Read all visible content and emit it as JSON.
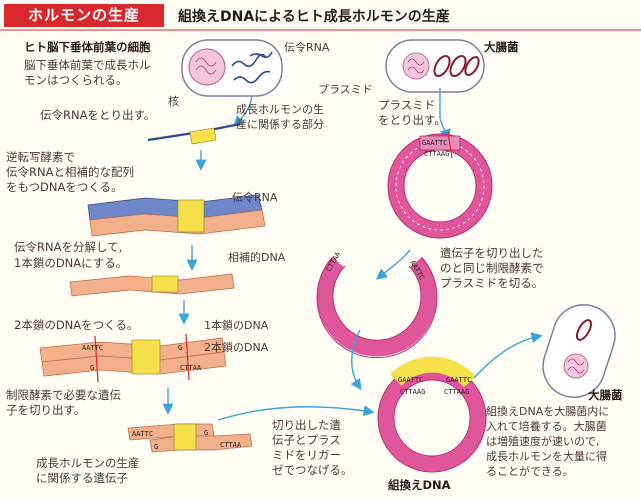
{
  "title": "ホルモンの生産",
  "subtitle": "組換えDNAによるヒト成長ホルモンの生産",
  "left": {
    "cell_heading": "ヒト脳下垂体前葉の細胞",
    "cell_desc_1": "脳下垂体前葉で成長ホル",
    "cell_desc_2": "モンはつくられる。",
    "mrna_label": "伝令RNA",
    "nucleus_label": "核",
    "step_take_rna": "伝令RNAをとり出す。",
    "gh_part_1": "成長ホルモンの生",
    "gh_part_2": "産に関係する部分",
    "rt_1": "逆転写酵素で",
    "rt_2": "伝令RNAと相補的な配列",
    "rt_3": "をもつDNAをつくる。",
    "mrna_label2": "伝令RNA",
    "comp_dna": "相補的DNA",
    "decomp_1": "伝令RNAを分解して,",
    "decomp_2": "1本鎖のDNAにする。",
    "double_strand": "2本鎖のDNAをつくる。",
    "single_dna": "1本鎖のDNA",
    "double_dna": "2本鎖のDNA",
    "cut_1": "制限酵素で必要な遺伝",
    "cut_2": "子を切り出す。",
    "gh_gene_1": "成長ホルモンの生産",
    "gh_gene_2": "に関係する遺伝子"
  },
  "right": {
    "ecoli": "大腸菌",
    "plasmid": "プラスミド",
    "take_plasmid_1": "プラスミド",
    "take_plasmid_2": "をとり出す。",
    "cut_plasmid_1": "遺伝子を切り出した",
    "cut_plasmid_2": "のと同じ制限酵素で",
    "cut_plasmid_3": "プラスミドを切る。",
    "ligate_1": "切り出した遺",
    "ligate_2": "伝子とプラス",
    "ligate_3": "ミドをリガー",
    "ligate_4": "ゼでつなげる。",
    "recombinant": "組換えDNA",
    "ecoli2": "大腸菌",
    "culture_1": "組換えDNAを大腸菌内に",
    "culture_2": "入れて培養する。大腸菌",
    "culture_3": "は増殖速度が速いので,",
    "culture_4": "成長ホルモンを大量に得",
    "culture_5": "ることができる。"
  },
  "sequences": {
    "aattc": "AATTC",
    "g": "G",
    "cttaa": "CTTAA",
    "gaattc": "GAATTC",
    "cttaag": "CTTAAG"
  },
  "colors": {
    "title_bg": "#d9272e",
    "rna": "#2a4a9a",
    "dna_blue": "#6f86c9",
    "dna_salmon": "#f2b08a",
    "gene_yellow": "#f5e04a",
    "plasmid_pink": "#e0569a",
    "arrow": "#3aa4d8"
  }
}
